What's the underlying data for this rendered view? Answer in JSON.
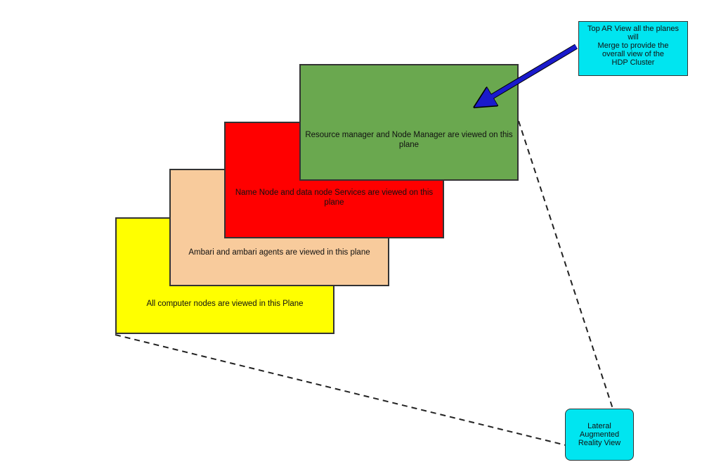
{
  "diagram": {
    "planes": [
      {
        "label": "All computer nodes are viewed in this Plane",
        "color": "#ffff00"
      },
      {
        "label": "Ambari and ambari agents are viewed in this plane",
        "color": "#f8cb9c"
      },
      {
        "label": "Name Node and data node Services are viewed on this plane",
        "color": "#ff0000"
      },
      {
        "label": "Resource manager and Node Manager are viewed on this plane",
        "color": "#6aa84f"
      }
    ],
    "top_view_callout": {
      "text": "Top AR View all the planes\nwill\nMerge to provide the\noverall view of the\nHDP Cluster",
      "color": "#00e5f0"
    },
    "lateral_view_callout": {
      "text": "Lateral\nAugmented\nReality View",
      "color": "#00e5f0"
    },
    "arrow_color": "#1a1acc"
  }
}
